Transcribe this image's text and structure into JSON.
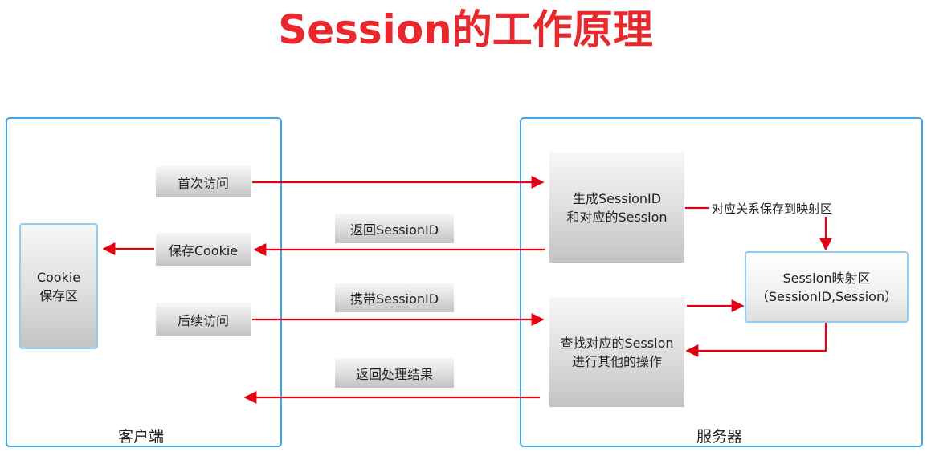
{
  "title": "Session的工作原理",
  "client": {
    "label": "客户端",
    "storage": [
      "Cookie",
      "保存区"
    ],
    "first_visit": "首次访问",
    "save_cookie": "保存Cookie",
    "subsequent_visit": "后续访问"
  },
  "server": {
    "label": "服务器",
    "generate": [
      "生成SessionID",
      "和对应的Session"
    ],
    "map": [
      "Session映射区",
      "（SessionID,Session）"
    ],
    "lookup": [
      "查找对应的Session",
      "进行其他的操作"
    ]
  },
  "messages": {
    "return_sessionid": "返回SessionID",
    "carry_sessionid": "携带SessionID",
    "return_result": "返回处理结果",
    "save_mapping": "对应关系保存到映射区"
  },
  "colors": {
    "title": "#e8282d",
    "arrow": "#e60012",
    "panel_border": "#3aa7ea"
  }
}
